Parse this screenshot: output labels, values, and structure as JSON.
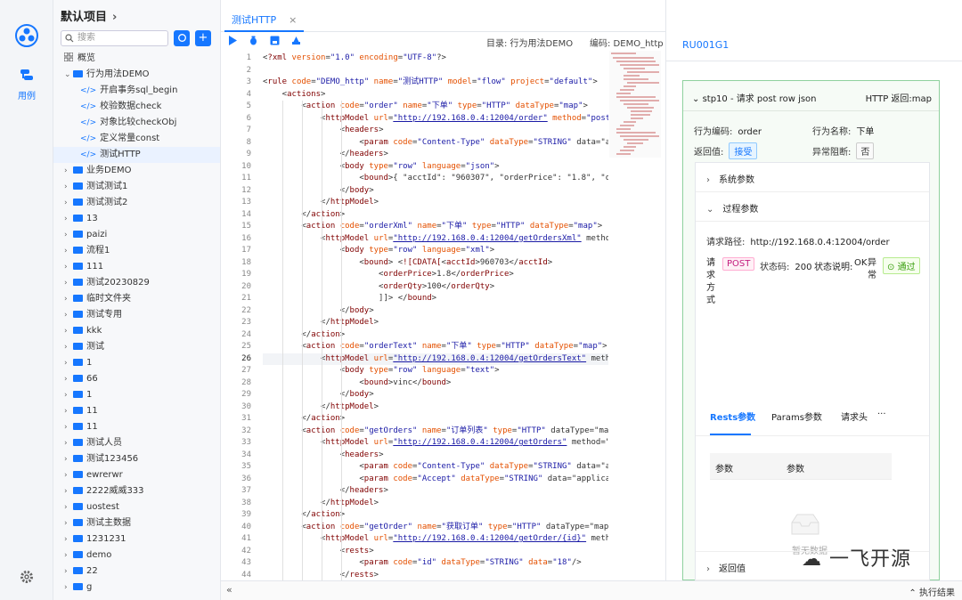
{
  "sidebar": {
    "nav_label": "用例"
  },
  "tree": {
    "title": "默认项目",
    "search_placeholder": "搜索",
    "add_label": "+",
    "overview": "概览",
    "nodes": [
      {
        "label": "行为用法DEMO",
        "type": "folder",
        "expanded": true
      },
      {
        "label": "开启事务sql_begin",
        "type": "file"
      },
      {
        "label": "校验数据check",
        "type": "file"
      },
      {
        "label": "对象比较checkObj",
        "type": "file"
      },
      {
        "label": "定义常量const",
        "type": "file"
      },
      {
        "label": "测试HTTP",
        "type": "file",
        "selected": true
      },
      {
        "label": "业务DEMO",
        "type": "folder"
      },
      {
        "label": "测试测试1",
        "type": "folder"
      },
      {
        "label": "测试测试2",
        "type": "folder"
      },
      {
        "label": "13",
        "type": "folder"
      },
      {
        "label": "paizi",
        "type": "folder"
      },
      {
        "label": "流程1",
        "type": "folder"
      },
      {
        "label": "111",
        "type": "folder"
      },
      {
        "label": "测试20230829",
        "type": "folder"
      },
      {
        "label": "临时文件夹",
        "type": "folder"
      },
      {
        "label": "测试专用",
        "type": "folder"
      },
      {
        "label": "kkk",
        "type": "folder"
      },
      {
        "label": "测试",
        "type": "folder"
      },
      {
        "label": "1",
        "type": "folder"
      },
      {
        "label": "66",
        "type": "folder"
      },
      {
        "label": "1",
        "type": "folder"
      },
      {
        "label": "11",
        "type": "folder"
      },
      {
        "label": "11",
        "type": "folder"
      },
      {
        "label": "测试人员",
        "type": "folder"
      },
      {
        "label": "测试123456",
        "type": "folder"
      },
      {
        "label": "ewrerwr",
        "type": "folder"
      },
      {
        "label": "2222威威333",
        "type": "folder"
      },
      {
        "label": "uostest",
        "type": "folder"
      },
      {
        "label": "测试主数据",
        "type": "folder"
      },
      {
        "label": "1231231",
        "type": "folder"
      },
      {
        "label": "demo",
        "type": "folder"
      },
      {
        "label": "22",
        "type": "folder"
      },
      {
        "label": "g",
        "type": "folder"
      }
    ]
  },
  "editor": {
    "tab_label": "测试HTTP",
    "close_glyph": "×",
    "directory": "目录: 行为用法DEMO",
    "code_label": "编码: DEMO_http",
    "current_line": 26,
    "lines": [
      "<?xml version=\"1.0\" encoding=\"UTF-8\"?>",
      "",
      "<rule code=\"DEMO_http\" name=\"测试HTTP\" model=\"flow\" project=\"default\">",
      "    <actions>",
      "        <action code=\"order\" name=\"下单\" type=\"HTTP\" dataType=\"map\">",
      "            <httpModel url=\"http://192.168.0.4:12004/order\" method=\"post\"",
      "                <headers>",
      "                    <param code=\"Content-Type\" dataType=\"STRING\" data=\"a",
      "                </headers>",
      "                <body type=\"row\" language=\"json\">",
      "                    <bound>{ \"acctId\": \"960307\", \"orderPrice\": \"1.8\", \"o",
      "                </body>",
      "            </httpModel>",
      "        </action>",
      "        <action code=\"orderXml\" name=\"下单\" type=\"HTTP\" dataType=\"map\">",
      "            <httpModel url=\"http://192.168.0.4:12004/getOrdersXml\" metho",
      "                <body type=\"row\" language=\"xml\">",
      "                    <bound> <![CDATA[<acctId>960703</acctId>",
      "                        <orderPrice>1.8</orderPrice>",
      "                        <orderQty>100</orderQty>",
      "                        ]]> </bound>",
      "                </body>",
      "            </httpModel>",
      "        </action>",
      "        <action code=\"orderText\" name=\"下单\" type=\"HTTP\" dataType=\"map\">",
      "            <httpModel url=\"http://192.168.0.4:12004/getOrdersText\" meth",
      "                <body type=\"row\" language=\"text\">",
      "                    <bound>vinc</bound>",
      "                </body>",
      "            </httpModel>",
      "        </action>",
      "        <action code=\"getOrders\" name=\"订单列表\" type=\"HTTP\" dataType=\"ma",
      "            <httpModel url=\"http://192.168.0.4:12004/getOrders\" method=\"",
      "                <headers>",
      "                    <param code=\"Content-Type\" dataType=\"STRING\" data=\"a",
      "                    <param code=\"Accept\" dataType=\"STRING\" data=\"applica",
      "                </headers>",
      "            </httpModel>",
      "        </action>",
      "        <action code=\"getOrder\" name=\"获取订单\" type=\"HTTP\" dataType=\"map",
      "            <httpModel url=\"http://192.168.0.4:12004/getOrder/{id}\" meth",
      "                <rests>",
      "                    <param code=\"id\" dataType=\"STRING\" data=\"18\"/>",
      "                </rests>"
    ]
  },
  "result": {
    "tab": "RU001G1",
    "step_title": "stp10 - 请求 post row json",
    "step_return": "HTTP 返回:map",
    "action_code_label": "行为编码:",
    "action_code": "order",
    "action_name_label": "行为名称:",
    "action_name": "下单",
    "return_value_label": "返回值:",
    "return_value_tag": "接受",
    "abnormal_block_label": "异常阻断:",
    "abnormal_block_tag": "否",
    "system_params": "系统参数",
    "process_params": "过程参数",
    "request_path_label": "请求路径:",
    "request_path": "http://192.168.0.4:12004/order",
    "request_method_label": "请求方式",
    "method": "POST",
    "status_code_label": "状态码:",
    "status_code": "200",
    "status_desc_label": "状态说明:",
    "status_desc": "OK",
    "abnormal_label": "异常",
    "pass_label": "通过",
    "sub_tabs": [
      "Rests参数",
      "Params参数",
      "请求头",
      "···"
    ],
    "col_param": "参数",
    "col_param2": "参数",
    "empty": "暂无数据",
    "return_value_section": "返回值"
  },
  "footer": {
    "collapse": "«",
    "exec_result": "执行结果"
  },
  "watermark": "一飞开源",
  "colors": {
    "accent": "#1677ff",
    "tag_xml": "#800000",
    "attr": "#e45000",
    "value": "#1a1aa6"
  }
}
